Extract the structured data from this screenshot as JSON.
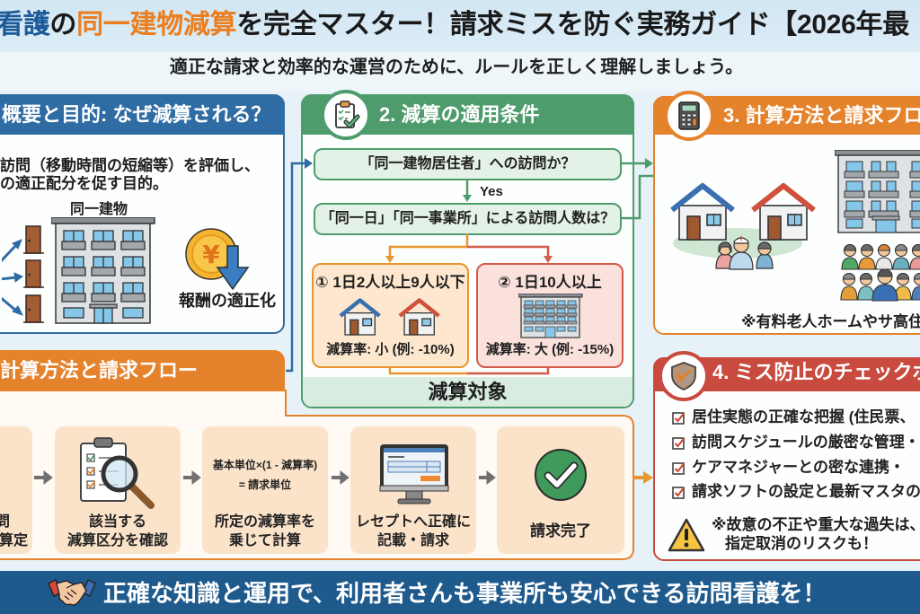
{
  "theme": {
    "background": "#e7f2f8",
    "section1_blue": "#2f6ca3",
    "section2_green": "#4e9c6c",
    "section3_orange": "#e5832d",
    "section4_red": "#c94a3e",
    "footer_navy": "#1f5a8d",
    "title_blue": "#1d5a98",
    "title_orange": "#ea7f22"
  },
  "header": {
    "title": {
      "part1": "看護",
      "part2": "の",
      "part3": "同一建物減算",
      "part4": "を完全マスター！請求ミスを防ぐ実務ガイド【2026年最"
    },
    "subtitle": "適正な請求と効率的な運営のために、ルールを正しく理解しましょう。"
  },
  "section1": {
    "title": "概要と目的: なぜ減算される？",
    "body": [
      "訪問（移動時間の短縮等）を評価し、",
      "の適正配分を促す目的。"
    ],
    "building_label": "同一建物",
    "coin_symbol": "¥",
    "coin_label": "報酬の適正化",
    "icons": [
      "arrow-icon",
      "door-icon",
      "apartment-building-icon",
      "yen-coin-icon",
      "down-arrow-icon"
    ]
  },
  "section2": {
    "title": "2. 減算の適用条件",
    "badge_icon": "clipboard-check-icon",
    "question1": "「同一建物居住者」への訪問か？",
    "yes_label": "Yes",
    "question2": "「同一日」「同一事業所」による訪問人数は？",
    "options": [
      {
        "title": "① 1日2人以上9人以下",
        "rate": "減算率: 小 (例: -10%)",
        "icon": "two-houses-icon"
      },
      {
        "title": "② 1日10人以上",
        "rate": "減算率: 大 (例: -15%)",
        "icon": "apartment-building-icon"
      }
    ],
    "result": "減算対象"
  },
  "section3": {
    "title": "3. 計算方法と請求フロ",
    "badge_icon": "calculator-icon",
    "note": "※有料老人ホームやサ高住"
  },
  "flow": {
    "title": "計算方法と請求フロー",
    "steps": [
      {
        "lines": [
          "問",
          "算定"
        ]
      },
      {
        "icon": "clipboard-magnifier-icon",
        "lines": [
          "該当する",
          "減算区分を確認"
        ]
      },
      {
        "formula": [
          "基本単位×(1 - 減算率)",
          "= 請求単位"
        ],
        "lines": [
          "所定の減算率を",
          "乗じて計算"
        ]
      },
      {
        "icon": "monitor-icon",
        "lines": [
          "レセプトへ正確に",
          "記載・請求"
        ]
      },
      {
        "icon": "check-circle-icon",
        "lines": [
          "請求完了"
        ]
      }
    ]
  },
  "section4": {
    "title": "4. ミス防止のチェックポ",
    "badge_icon": "shield-check-icon",
    "items": [
      "居住実態の正確な把握 (住民票、",
      "訪問スケジュールの厳密な管理・",
      "ケアマネジャーとの密な連携・",
      "請求ソフトの設定と最新マスタの"
    ],
    "warning": [
      "※故意の不正や重大な過失は、",
      "指定取消のリスクも！"
    ]
  },
  "footer": {
    "icon": "handshake-icon",
    "message": "正確な知識と運用で、利用者さんも事業所も安心できる訪問看護を！"
  }
}
